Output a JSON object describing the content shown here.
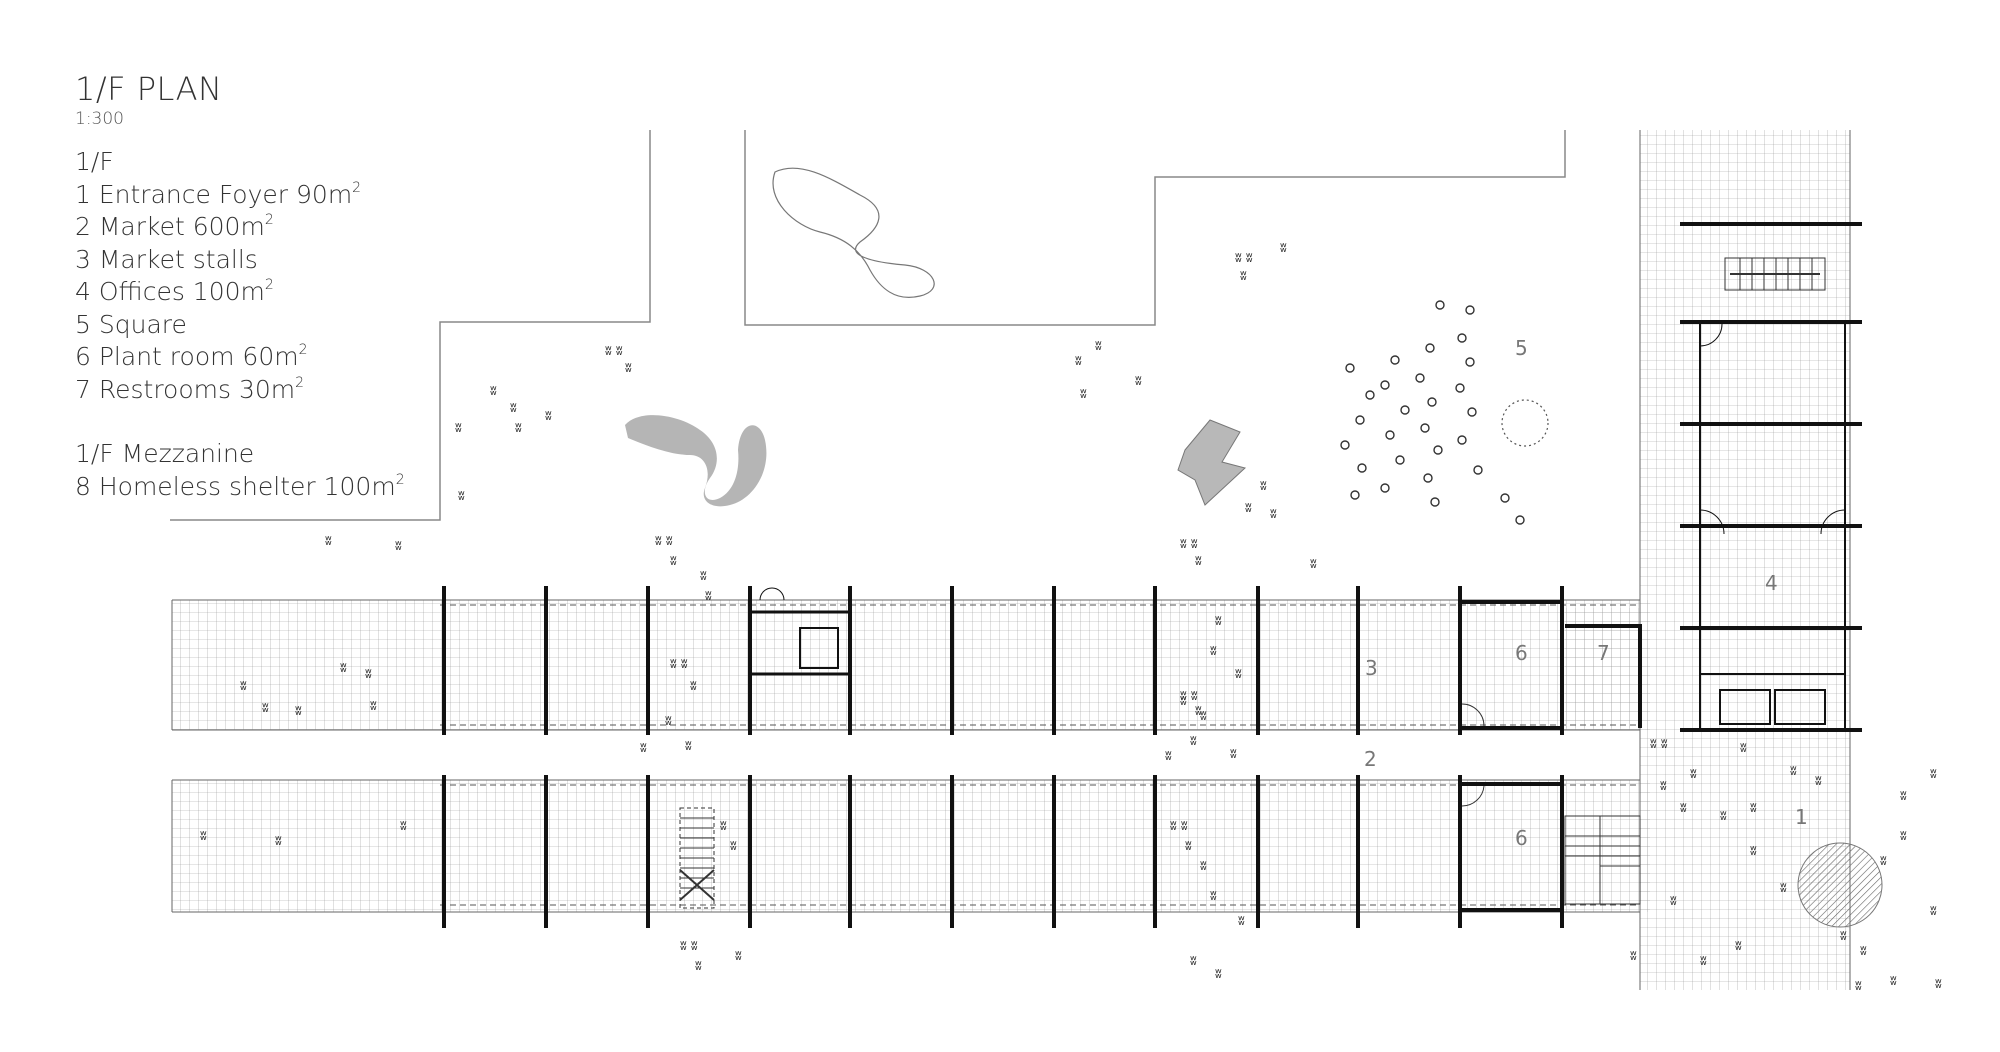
{
  "plan": {
    "title": "1/F PLAN",
    "scale": "1:300"
  },
  "legend": {
    "floor_heading": "1/F",
    "items": [
      {
        "number": "1",
        "text": "Entrance Foyer 90m",
        "sup": "2"
      },
      {
        "number": "2",
        "text": "Market 600m",
        "sup": "2"
      },
      {
        "number": "3",
        "text": "Market stalls",
        "sup": ""
      },
      {
        "number": "4",
        "text": "Offices 100m",
        "sup": "2"
      },
      {
        "number": "5",
        "text": "Square",
        "sup": ""
      },
      {
        "number": "6",
        "text": "Plant room 60m",
        "sup": "2"
      },
      {
        "number": "7",
        "text": "Restrooms 30m",
        "sup": "2"
      }
    ],
    "mezzanine_heading": "1/F Mezzanine",
    "mezzanine_items": [
      {
        "number": "8",
        "text": "Homeless shelter 100m",
        "sup": "2"
      }
    ]
  },
  "room_labels": {
    "entrance": "1",
    "market": "2",
    "stalls": "3",
    "offices": "4",
    "square": "5",
    "plant_top": "6",
    "plant_bottom": "6",
    "restrooms": "7"
  }
}
